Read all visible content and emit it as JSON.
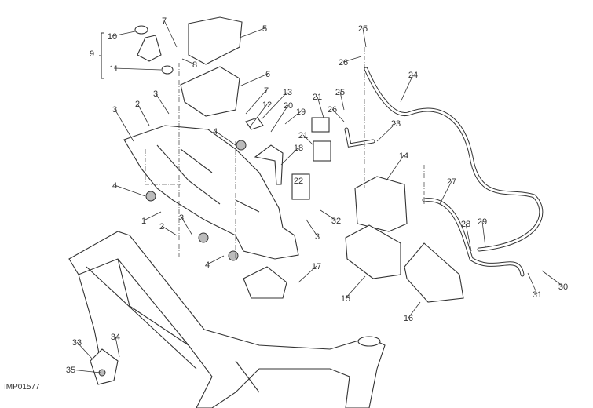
{
  "drawing_code": "IMP01577",
  "callouts": [
    "1",
    "2",
    "2",
    "3",
    "3",
    "3",
    "3",
    "4",
    "4",
    "4",
    "5",
    "6",
    "7",
    "7",
    "8",
    "9",
    "10",
    "11",
    "12",
    "13",
    "14",
    "15",
    "16",
    "17",
    "18",
    "19",
    "20",
    "21",
    "21",
    "22",
    "23",
    "24",
    "25",
    "25",
    "26",
    "26",
    "27",
    "28",
    "29",
    "30",
    "31",
    "32",
    "33",
    "34",
    "35"
  ]
}
